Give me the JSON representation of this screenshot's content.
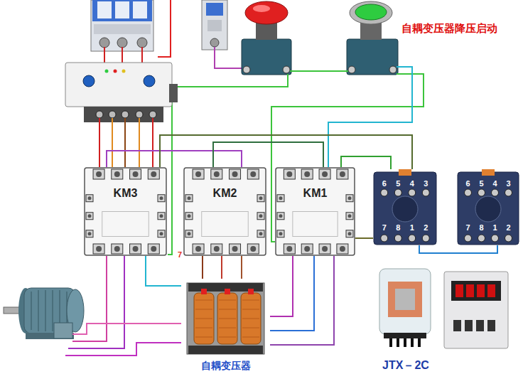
{
  "diagram": {
    "title": "自耦变压器降压启动",
    "nodes": [
      {
        "text": [
          "KM3"
        ]
      },
      {
        "text": [
          "KM2"
        ]
      },
      {
        "text": [
          "KM1"
        ]
      },
      {
        "text": [
          "6",
          "5",
          "4",
          "3",
          "7",
          "8",
          "1",
          "2"
        ]
      },
      {
        "text": [
          "6",
          "5",
          "4",
          "3",
          "7",
          "8",
          "1",
          "2"
        ]
      },
      {
        "text": [
          "自耦变压器"
        ]
      },
      {
        "text": [
          "JTX－2C"
        ]
      }
    ],
    "edges": [
      {
        "from": 1,
        "to": 5,
        "arrow": "none"
      },
      {
        "from": 1,
        "to": 5,
        "arrow": "none"
      },
      {
        "from": 1,
        "to": 5,
        "arrow": "none"
      },
      {
        "from": 2,
        "to": 5,
        "arrow": "none"
      },
      {
        "from": 2,
        "to": 5,
        "arrow": "none"
      },
      {
        "from": 2,
        "to": 5,
        "arrow": "none"
      },
      {
        "from": 0,
        "to": 5,
        "arrow": "none"
      },
      {
        "from": 0,
        "to": 1,
        "arrow": "none"
      },
      {
        "from": 1,
        "to": 2,
        "arrow": "none"
      },
      {
        "from": 2,
        "to": 3,
        "arrow": "none"
      },
      {
        "from": 3,
        "to": 4,
        "arrow": "none"
      },
      {
        "from": 2,
        "to": 3,
        "arrow": "none"
      },
      {
        "from": 0,
        "to": 3,
        "arrow": "none"
      }
    ],
    "labels": [
      "7"
    ]
  }
}
